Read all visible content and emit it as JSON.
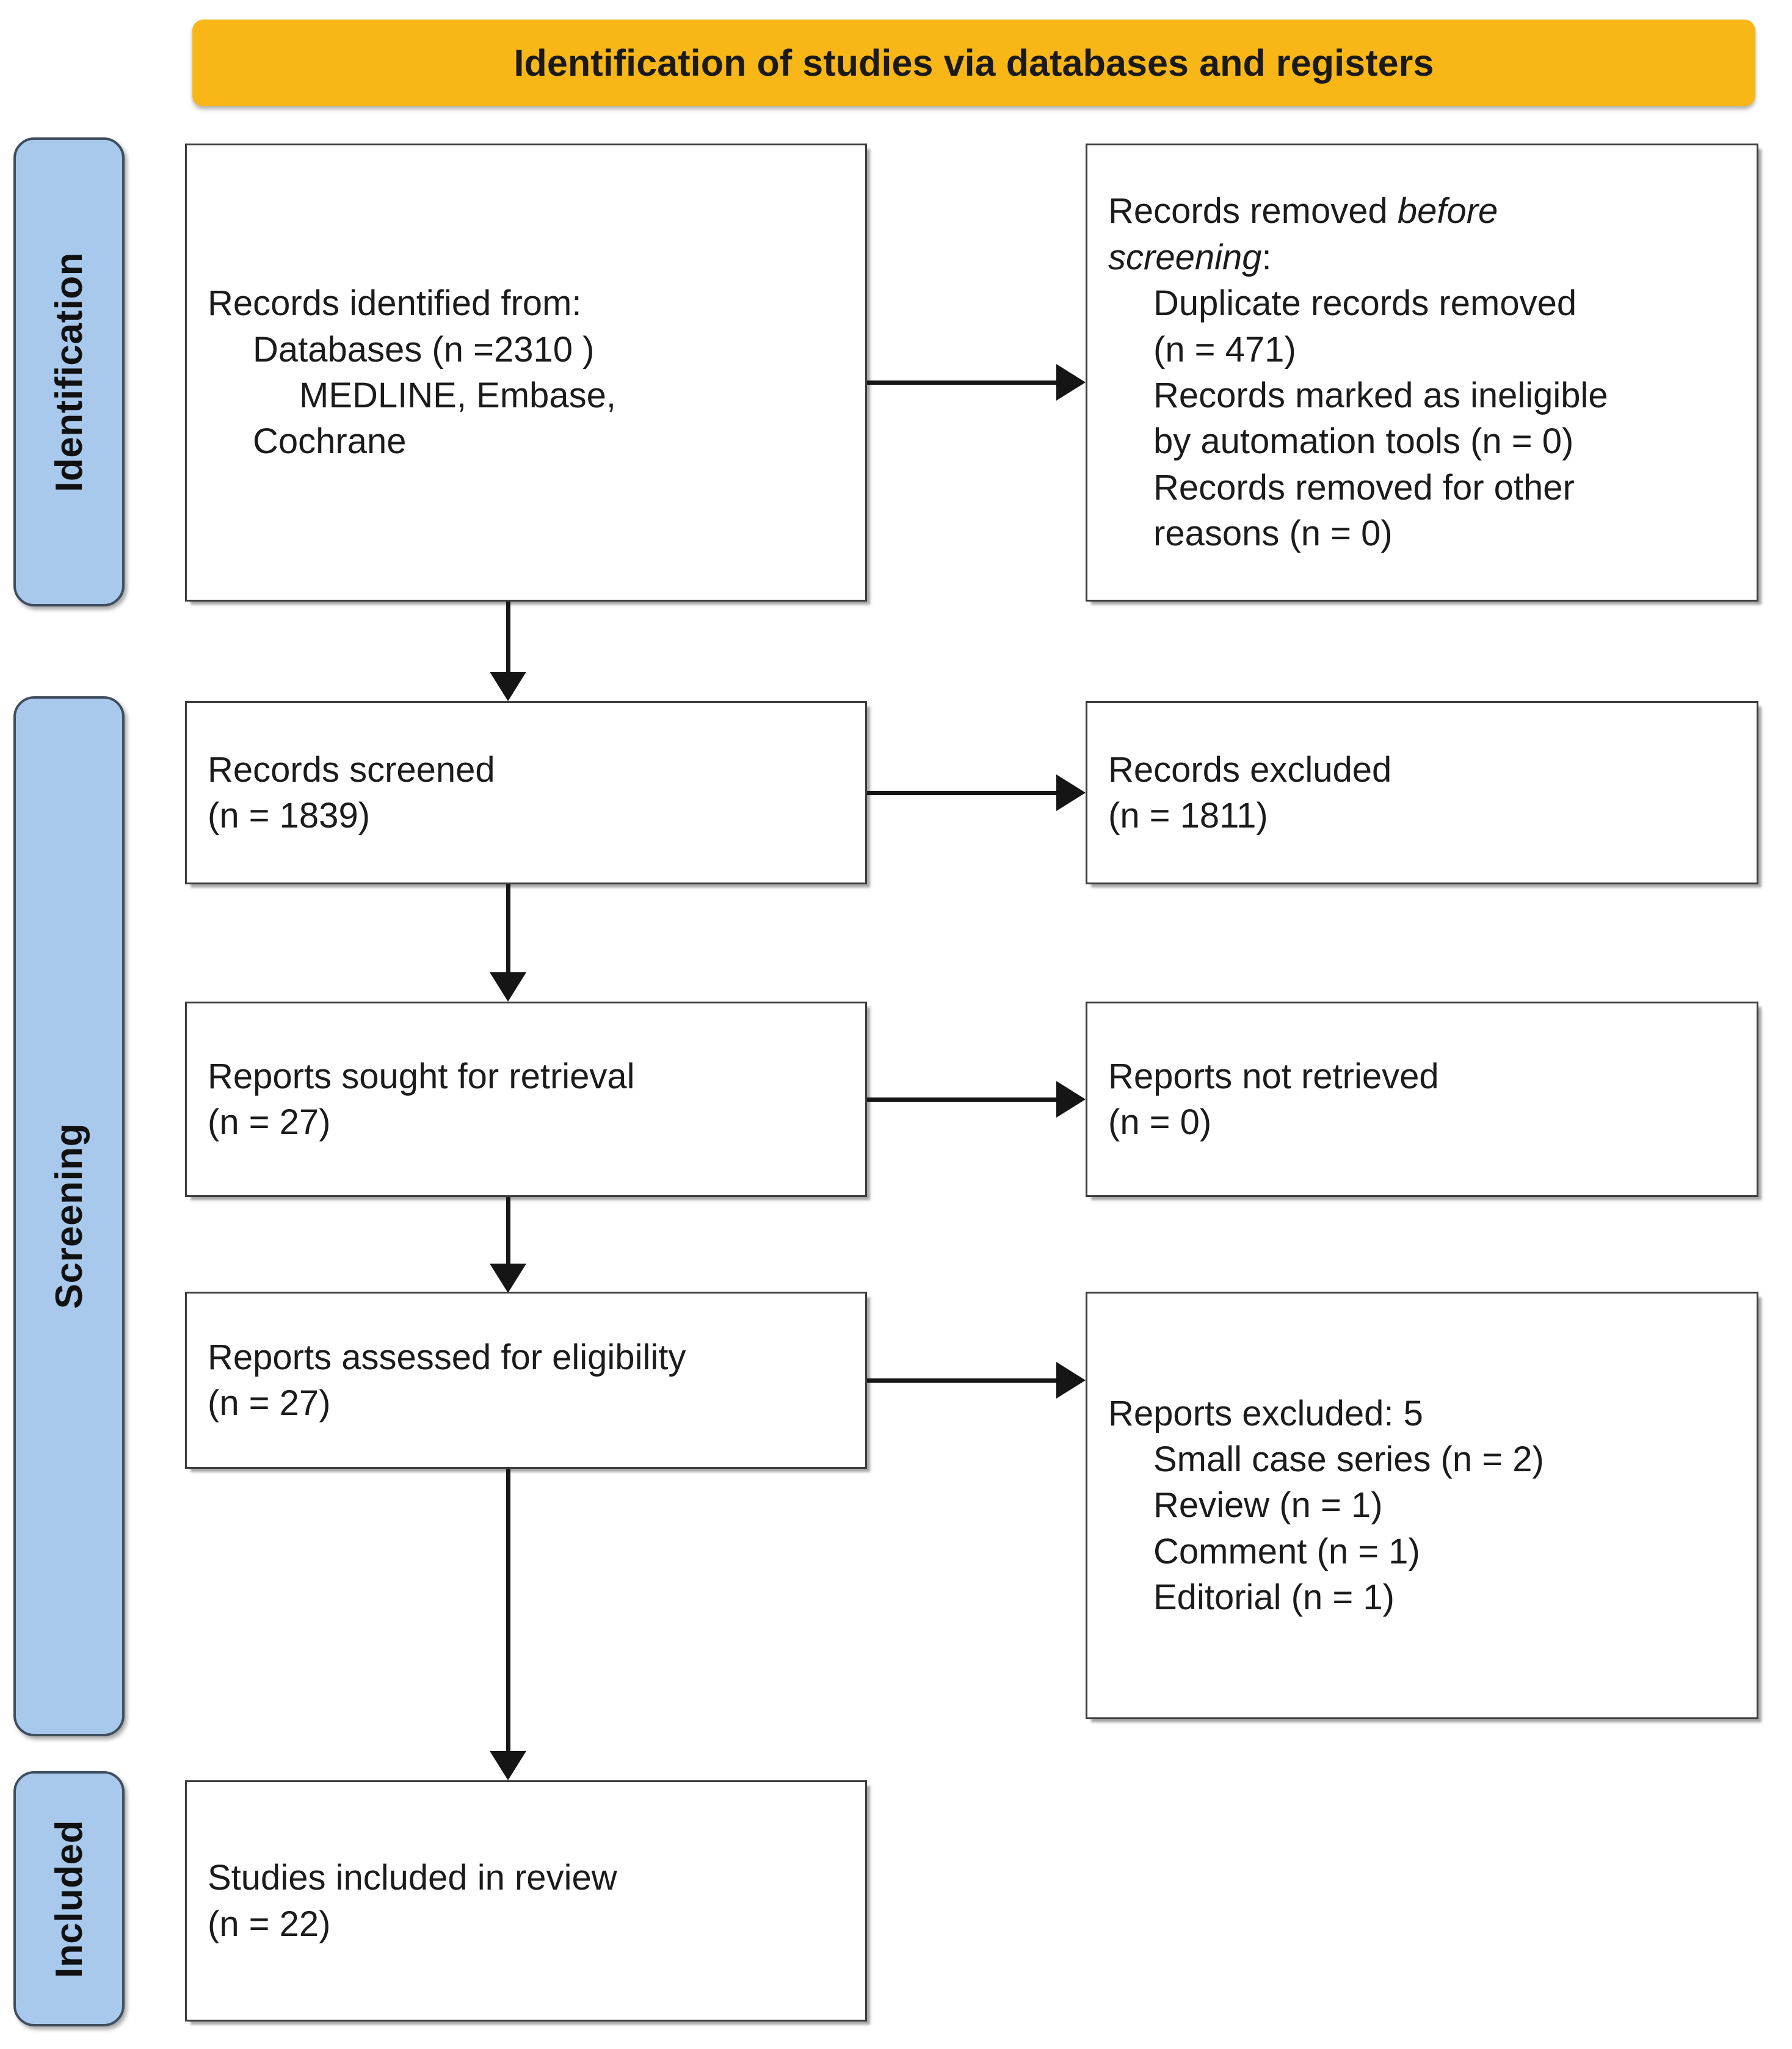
{
  "banner": {
    "title": "Identification of studies via databases and registers",
    "color": "#f9b717"
  },
  "stages": {
    "accent_color": "#a8c8ec",
    "identification": "Identification",
    "screening": "Screening",
    "included": "Included"
  },
  "boxes": {
    "identified": {
      "name": "records-identified",
      "lines": [
        {
          "text": "Records identified from:",
          "indent": 0,
          "italic": false
        },
        {
          "text": "Databases (n =2310 )",
          "indent": 1,
          "italic": false
        },
        {
          "text": "   MEDLINE, Embase,",
          "indent": 1,
          "italic": false
        },
        {
          "text": "Cochrane",
          "indent": 1,
          "italic": false
        }
      ]
    },
    "removed_before_screening": {
      "name": "records-removed-before-screening",
      "lines": [
        {
          "text": "Records removed ",
          "indent": 0,
          "italic": false,
          "tail_italic": "before"
        },
        {
          "text": "screening",
          "indent": 0,
          "italic": true,
          "tail": ":"
        },
        {
          "text": "Duplicate records removed",
          "indent": 1,
          "italic": false
        },
        {
          "text": "(n = 471)",
          "indent": 1,
          "italic": false
        },
        {
          "text": "Records marked as ineligible",
          "indent": 1,
          "italic": false
        },
        {
          "text": "by automation tools (n = 0)",
          "indent": 1,
          "italic": false
        },
        {
          "text": "Records removed for other",
          "indent": 1,
          "italic": false
        },
        {
          "text": "reasons (n = 0)",
          "indent": 1,
          "italic": false
        }
      ]
    },
    "screened": {
      "name": "records-screened",
      "lines": [
        {
          "text": "Records screened",
          "indent": 0
        },
        {
          "text": "(n = 1839)",
          "indent": 0
        }
      ]
    },
    "excluded": {
      "name": "records-excluded",
      "lines": [
        {
          "text": "Records excluded",
          "indent": 0
        },
        {
          "text": "(n = 1811)",
          "indent": 0
        }
      ]
    },
    "sought": {
      "name": "reports-sought-for-retrieval",
      "lines": [
        {
          "text": "Reports sought for retrieval",
          "indent": 0
        },
        {
          "text": "(n = 27)",
          "indent": 0
        }
      ]
    },
    "not_retrieved": {
      "name": "reports-not-retrieved",
      "lines": [
        {
          "text": "Reports not retrieved",
          "indent": 0
        },
        {
          "text": "(n = 0)",
          "indent": 0
        }
      ]
    },
    "assessed": {
      "name": "reports-assessed-for-eligibility",
      "lines": [
        {
          "text": "Reports assessed for eligibility",
          "indent": 0
        },
        {
          "text": "(n = 27)",
          "indent": 0
        }
      ]
    },
    "reports_excluded": {
      "name": "reports-excluded",
      "lines": [
        {
          "text": "Reports excluded: 5",
          "indent": 0
        },
        {
          "text": "Small case series (n = 2)",
          "indent": 1
        },
        {
          "text": "Review (n = 1)",
          "indent": 1
        },
        {
          "text": "Comment (n = 1)",
          "indent": 1
        },
        {
          "text": "Editorial (n = 1)",
          "indent": 1
        }
      ]
    },
    "included": {
      "name": "studies-included-in-review",
      "lines": [
        {
          "text": "Studies included in review",
          "indent": 0
        },
        {
          "text": "(n = 22)",
          "indent": 0
        }
      ]
    }
  },
  "text": {
    "identified_l1": "Records identified from:",
    "identified_l2": "Databases (n =2310 )",
    "identified_l3": "MEDLINE, Embase,",
    "identified_l4": "Cochrane",
    "removed_l1a": "Records removed ",
    "removed_l1b": "before",
    "removed_l2a": "screening",
    "removed_l2b": ":",
    "removed_l3": "Duplicate records removed",
    "removed_l4": "(n = 471)",
    "removed_l5": "Records marked as ineligible",
    "removed_l6": "by automation tools (n = 0)",
    "removed_l7": "Records removed for other",
    "removed_l8": "reasons (n = 0)",
    "screened_l1": "Records screened",
    "screened_l2": "(n = 1839)",
    "excluded_l1": "Records excluded",
    "excluded_l2": "(n = 1811)",
    "sought_l1": "Reports sought for retrieval",
    "sought_l2": "(n = 27)",
    "notretrieved_l1": "Reports not retrieved",
    "notretrieved_l2": "(n = 0)",
    "assessed_l1": "Reports assessed for eligibility",
    "assessed_l2": "(n = 27)",
    "repexcl_l1": "Reports excluded: 5",
    "repexcl_l2": "Small case series (n = 2)",
    "repexcl_l3": "Review (n = 1)",
    "repexcl_l4": "Comment (n = 1)",
    "repexcl_l5": "Editorial (n = 1)",
    "included_l1": "Studies included in review",
    "included_l2": "(n = 22)"
  },
  "flow_data": {
    "type": "prisma-flow-diagram",
    "records_identified_databases": 2310,
    "databases": [
      "MEDLINE",
      "Embase",
      "Cochrane"
    ],
    "duplicate_records_removed": 471,
    "records_marked_ineligible_by_automation": 0,
    "records_removed_other_reasons": 0,
    "records_screened": 1839,
    "records_excluded": 1811,
    "reports_sought_for_retrieval": 27,
    "reports_not_retrieved": 0,
    "reports_assessed_for_eligibility": 27,
    "reports_excluded_total": 5,
    "reports_excluded_reasons": [
      {
        "reason": "Small case series",
        "n": 2
      },
      {
        "reason": "Review",
        "n": 1
      },
      {
        "reason": "Comment",
        "n": 1
      },
      {
        "reason": "Editorial",
        "n": 1
      }
    ],
    "studies_included_in_review": 22
  }
}
